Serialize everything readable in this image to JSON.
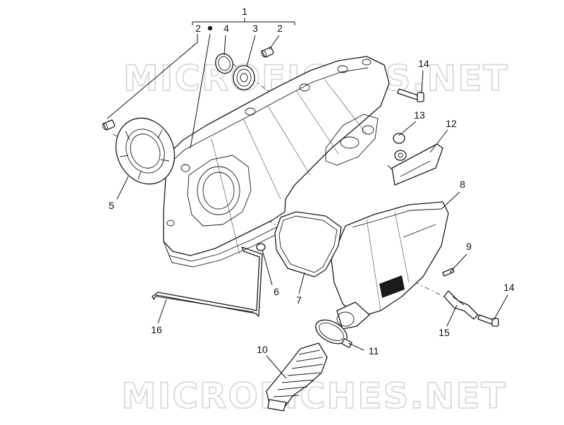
{
  "watermark": {
    "text": "MICROFICHES.NET"
  },
  "callouts": {
    "c1": "1",
    "c2a": "2",
    "c2b": "2",
    "c3": "3",
    "c4": "4",
    "c5": "5",
    "c6": "6",
    "c7": "7",
    "c8": "8",
    "c9": "9",
    "c10": "10",
    "c11": "11",
    "c12": "12",
    "c13": "13",
    "c14a": "14",
    "c14b": "14",
    "c15": "15",
    "c16": "16"
  },
  "colors": {
    "line": "#1a1a1a",
    "watermark": "#d4d4d4",
    "background": "#ffffff"
  }
}
